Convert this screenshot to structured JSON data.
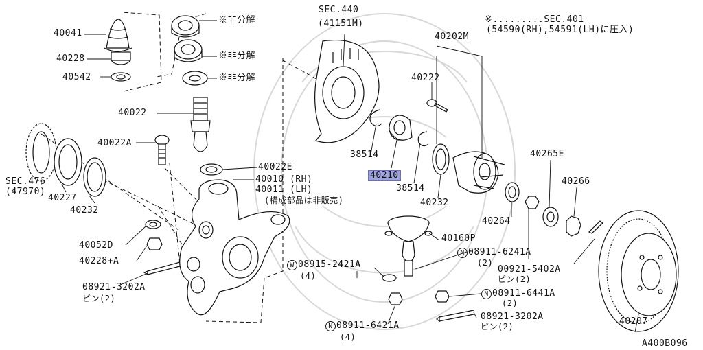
{
  "diagram": {
    "drawing_code": "A400B096",
    "notes": {
      "non_disassembly_1": "※非分解",
      "non_disassembly_2": "※非分解",
      "non_disassembly_3": "※非分解",
      "press_fit_line1": "※.........SEC.401",
      "press_fit_line2": "(54590(RH),54591(LH)に圧入)",
      "knuckle_note": "(構成部品は非販売)"
    },
    "sections": {
      "sec440_line1": "SEC.440",
      "sec440_line2": "(41151M)",
      "sec476_line1": "SEC.476",
      "sec476_line2": "(47970)"
    },
    "parts": {
      "p40041": "40041",
      "p40228": "40228",
      "p40542": "40542",
      "p40022": "40022",
      "p40022A": "40022A",
      "p40022E": "40022E",
      "p40010": "40010 (RH)",
      "p40011": "40011 (LH)",
      "p40227": "40227",
      "p40232_left": "40232",
      "p40052D": "40052D",
      "p40228A": "40228+A",
      "p08921_3202A_left": "08921-3202A",
      "pin2_left": "ピン(2)",
      "p38514_upper": "38514",
      "p40210": "40210",
      "p38514_lower": "38514",
      "p40232_right": "40232",
      "p40202M": "40202M",
      "p40222": "40222",
      "p40265E": "40265E",
      "p40266": "40266",
      "p40264": "40264",
      "p40160P": "40160P",
      "p08911_6241A": "08911-6241A",
      "qty_6241A": "(2)",
      "p00921_5402A": "00921-5402A",
      "pin2_right": "ピン(2)",
      "p08915_2421A": "08915-2421A",
      "qty_2421A": "(4)",
      "p08911_6441A": "08911-6441A",
      "qty_6441A": "(2)",
      "p08921_3202A_right": "08921-3202A",
      "pin2_lower": "ピン(2)",
      "p08911_6421A": "08911-6421A",
      "qty_6421A": "(4)",
      "p40207": "40207"
    },
    "symbols": {
      "n": "N",
      "w": "W"
    },
    "highlight_color": "#9fa3dd"
  }
}
